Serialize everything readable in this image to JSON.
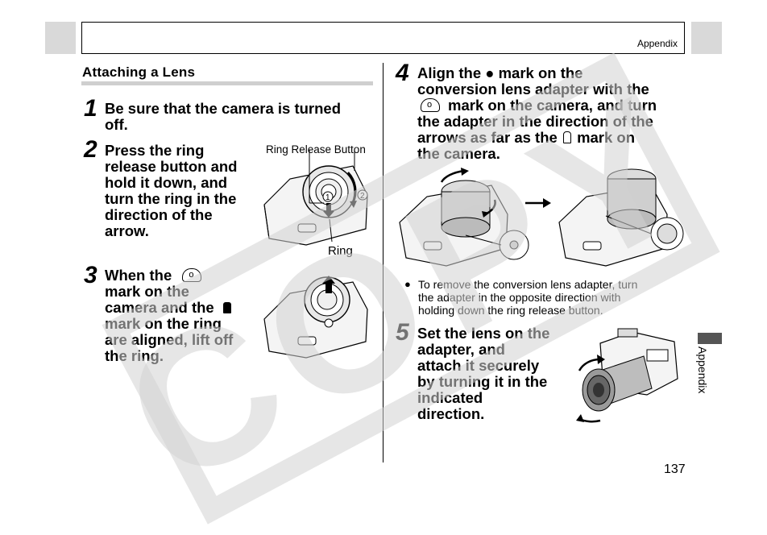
{
  "header": {
    "label": "Appendix"
  },
  "section": {
    "title": "Attaching a Lens"
  },
  "steps": [
    {
      "num": "1",
      "lines": [
        "Be sure that the camera is turned",
        "off."
      ]
    },
    {
      "num": "2",
      "lines": [
        "Press the ring",
        "release button and",
        "hold it down, and",
        "turn the ring in the",
        "direction of the",
        "arrow."
      ]
    },
    {
      "num": "3",
      "line1": "When the",
      "line2": "mark on the",
      "line3": "camera and the",
      "lines_rest": [
        "mark on the ring",
        "are aligned, lift off",
        "the ring."
      ]
    },
    {
      "num": "4",
      "line1a": "Align the ",
      "line1b": "mark on the",
      "line2": "conversion lens adapter with the",
      "line3": "mark on the camera, and turn",
      "line4": "the adapter in the direction of the",
      "line5a": "arrows as far as the",
      "line5b": "mark on",
      "line6": "the camera."
    },
    {
      "num": "5",
      "lines": [
        "Set the lens on the",
        "adapter, and",
        "attach it securely",
        "by turning it in the",
        "indicated",
        "direction."
      ]
    }
  ],
  "bullet": {
    "symbol": "●",
    "lines": [
      "To remove the conversion lens adapter, turn",
      "the adapter in the opposite direction with",
      "holding down the ring release button."
    ]
  },
  "callouts": {
    "ring_release": "Ring Release Button",
    "ring": "Ring",
    "n1": "1",
    "n2": "2"
  },
  "watermark": "COPY",
  "side_tab": {
    "label": "Appendix"
  },
  "page_number": "137"
}
